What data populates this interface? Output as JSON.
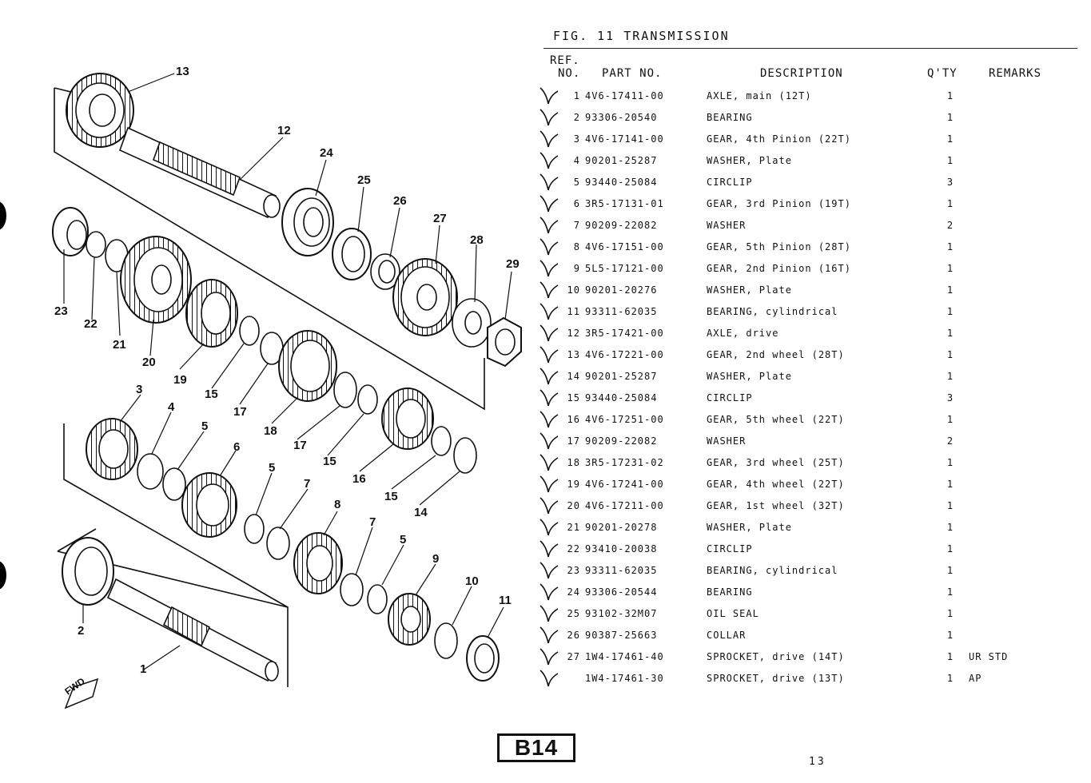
{
  "figure": {
    "title": "FIG. 11   TRANSMISSION"
  },
  "headers": {
    "ref_line1": "REF.",
    "ref_line2": "NO.",
    "part_no": "PART NO.",
    "description": "DESCRIPTION",
    "qty": "Q'TY",
    "remarks": "REMARKS"
  },
  "parts": [
    {
      "ref": "1",
      "part_no": "4V6-17411-00",
      "description": "AXLE, main (12T)",
      "qty": "1",
      "remarks": ""
    },
    {
      "ref": "2",
      "part_no": "93306-20540",
      "description": "BEARING",
      "qty": "1",
      "remarks": ""
    },
    {
      "ref": "3",
      "part_no": "4V6-17141-00",
      "description": "GEAR, 4th Pinion (22T)",
      "qty": "1",
      "remarks": ""
    },
    {
      "ref": "4",
      "part_no": "90201-25287",
      "description": "WASHER, Plate",
      "qty": "1",
      "remarks": ""
    },
    {
      "ref": "5",
      "part_no": "93440-25084",
      "description": "CIRCLIP",
      "qty": "3",
      "remarks": ""
    },
    {
      "ref": "6",
      "part_no": "3R5-17131-01",
      "description": "GEAR, 3rd Pinion (19T)",
      "qty": "1",
      "remarks": ""
    },
    {
      "ref": "7",
      "part_no": "90209-22082",
      "description": "WASHER",
      "qty": "2",
      "remarks": ""
    },
    {
      "ref": "8",
      "part_no": "4V6-17151-00",
      "description": "GEAR, 5th Pinion (28T)",
      "qty": "1",
      "remarks": ""
    },
    {
      "ref": "9",
      "part_no": "5L5-17121-00",
      "description": "GEAR, 2nd Pinion (16T)",
      "qty": "1",
      "remarks": ""
    },
    {
      "ref": "10",
      "part_no": "90201-20276",
      "description": "WASHER, Plate",
      "qty": "1",
      "remarks": ""
    },
    {
      "ref": "11",
      "part_no": "93311-62035",
      "description": "BEARING, cylindrical",
      "qty": "1",
      "remarks": ""
    },
    {
      "ref": "12",
      "part_no": "3R5-17421-00",
      "description": "AXLE, drive",
      "qty": "1",
      "remarks": ""
    },
    {
      "ref": "13",
      "part_no": "4V6-17221-00",
      "description": "GEAR, 2nd wheel (28T)",
      "qty": "1",
      "remarks": ""
    },
    {
      "ref": "14",
      "part_no": "90201-25287",
      "description": "WASHER, Plate",
      "qty": "1",
      "remarks": ""
    },
    {
      "ref": "15",
      "part_no": "93440-25084",
      "description": "CIRCLIP",
      "qty": "3",
      "remarks": ""
    },
    {
      "ref": "16",
      "part_no": "4V6-17251-00",
      "description": "GEAR, 5th wheel (22T)",
      "qty": "1",
      "remarks": ""
    },
    {
      "ref": "17",
      "part_no": "90209-22082",
      "description": "WASHER",
      "qty": "2",
      "remarks": ""
    },
    {
      "ref": "18",
      "part_no": "3R5-17231-02",
      "description": "GEAR, 3rd wheel (25T)",
      "qty": "1",
      "remarks": ""
    },
    {
      "ref": "19",
      "part_no": "4V6-17241-00",
      "description": "GEAR, 4th wheel (22T)",
      "qty": "1",
      "remarks": ""
    },
    {
      "ref": "20",
      "part_no": "4V6-17211-00",
      "description": "GEAR, 1st wheel (32T)",
      "qty": "1",
      "remarks": ""
    },
    {
      "ref": "21",
      "part_no": "90201-20278",
      "description": "WASHER, Plate",
      "qty": "1",
      "remarks": ""
    },
    {
      "ref": "22",
      "part_no": "93410-20038",
      "description": "CIRCLIP",
      "qty": "1",
      "remarks": ""
    },
    {
      "ref": "23",
      "part_no": "93311-62035",
      "description": "BEARING, cylindrical",
      "qty": "1",
      "remarks": ""
    },
    {
      "ref": "24",
      "part_no": "93306-20544",
      "description": "BEARING",
      "qty": "1",
      "remarks": ""
    },
    {
      "ref": "25",
      "part_no": "93102-32M07",
      "description": "OIL SEAL",
      "qty": "1",
      "remarks": ""
    },
    {
      "ref": "26",
      "part_no": "90387-25663",
      "description": "COLLAR",
      "qty": "1",
      "remarks": ""
    },
    {
      "ref": "27",
      "part_no": "1W4-17461-40",
      "description": "SPROCKET, drive (14T)",
      "qty": "1",
      "remarks": "UR STD"
    },
    {
      "ref": "",
      "part_no": "1W4-17461-30",
      "description": "SPROCKET, drive (13T)",
      "qty": "1",
      "remarks": "AP"
    }
  ],
  "diagram_labels": {
    "l1": "1",
    "l2": "2",
    "l3": "3",
    "l4": "4",
    "l5a": "5",
    "l5b": "5",
    "l5c": "5",
    "l6": "6",
    "l7a": "7",
    "l7b": "7",
    "l8": "8",
    "l9": "9",
    "l10": "10",
    "l11": "11",
    "l12": "12",
    "l13": "13",
    "l14": "14",
    "l15a": "15",
    "l15b": "15",
    "l15c": "15",
    "l16": "16",
    "l17a": "17",
    "l17b": "17",
    "l18": "18",
    "l19": "19",
    "l20": "20",
    "l21": "21",
    "l22": "22",
    "l23": "23",
    "l24": "24",
    "l25": "25",
    "l26": "26",
    "l27": "27",
    "l28": "28",
    "l29": "29",
    "fwd": "FWD"
  },
  "footer": {
    "page_code": "B14",
    "page_number": "13"
  }
}
